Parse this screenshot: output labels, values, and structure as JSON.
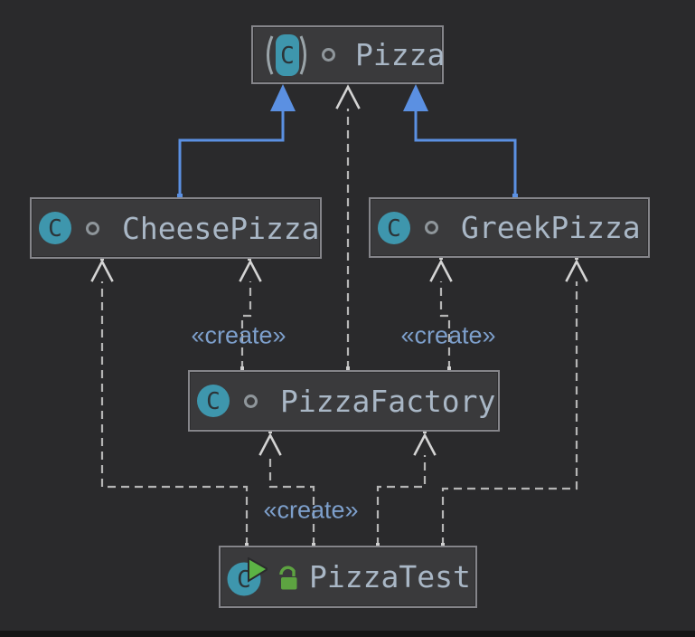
{
  "diagram": {
    "type": "uml-class-diagram",
    "palette": {
      "background": "#2a2a2c",
      "node_fill": "#3a3a3c",
      "node_border": "#85858a",
      "class_name_text": "#a9b7c6",
      "edge_label_text": "#7d9fcb",
      "inheritance_edge": "#5b90e2",
      "dependency_edge": "#b5b5b5",
      "class_icon_teal": "#3e96ad",
      "run_green": "#5cb345"
    },
    "nodes": [
      {
        "name": "Pizza",
        "kind": "abstract class",
        "icon": "abstract-class-icon",
        "icon_letter": "C",
        "visibility_icon": "visibility-ring-icon"
      },
      {
        "name": "CheesePizza",
        "kind": "class",
        "icon": "class-icon",
        "icon_letter": "C",
        "visibility_icon": "visibility-ring-icon"
      },
      {
        "name": "GreekPizza",
        "kind": "class",
        "icon": "class-icon",
        "icon_letter": "C",
        "visibility_icon": "visibility-ring-icon"
      },
      {
        "name": "PizzaFactory",
        "kind": "class",
        "icon": "class-icon",
        "icon_letter": "C",
        "visibility_icon": "visibility-ring-icon"
      },
      {
        "name": "PizzaTest",
        "kind": "runnable class",
        "icon": "runnable-class-icon",
        "icon_letter": "C",
        "lock_icon": "unlocked-padlock-icon"
      }
    ],
    "edges": [
      {
        "from": "CheesePizza",
        "to": "Pizza",
        "relation": "extends",
        "style": "solid-blue-triangle"
      },
      {
        "from": "GreekPizza",
        "to": "Pizza",
        "relation": "extends",
        "style": "solid-blue-triangle"
      },
      {
        "from": "PizzaFactory",
        "to": "Pizza",
        "relation": "dependency",
        "style": "dashed-open-arrow"
      },
      {
        "from": "PizzaFactory",
        "to": "CheesePizza",
        "relation": "create",
        "style": "dashed-open-arrow",
        "label": "«create»"
      },
      {
        "from": "PizzaFactory",
        "to": "GreekPizza",
        "relation": "create",
        "style": "dashed-open-arrow",
        "label": "«create»"
      },
      {
        "from": "PizzaTest",
        "to": "PizzaFactory",
        "relation": "create",
        "style": "dashed-open-arrow",
        "label": "«create»"
      },
      {
        "from": "PizzaTest",
        "to": "PizzaFactory",
        "relation": "dependency",
        "style": "dashed-open-arrow"
      },
      {
        "from": "PizzaTest",
        "to": "CheesePizza",
        "relation": "dependency",
        "style": "dashed-open-arrow"
      },
      {
        "from": "PizzaTest",
        "to": "GreekPizza",
        "relation": "dependency",
        "style": "dashed-open-arrow"
      }
    ],
    "edge_labels": [
      {
        "text": "«create»"
      },
      {
        "text": "«create»"
      },
      {
        "text": "«create»"
      }
    ]
  }
}
